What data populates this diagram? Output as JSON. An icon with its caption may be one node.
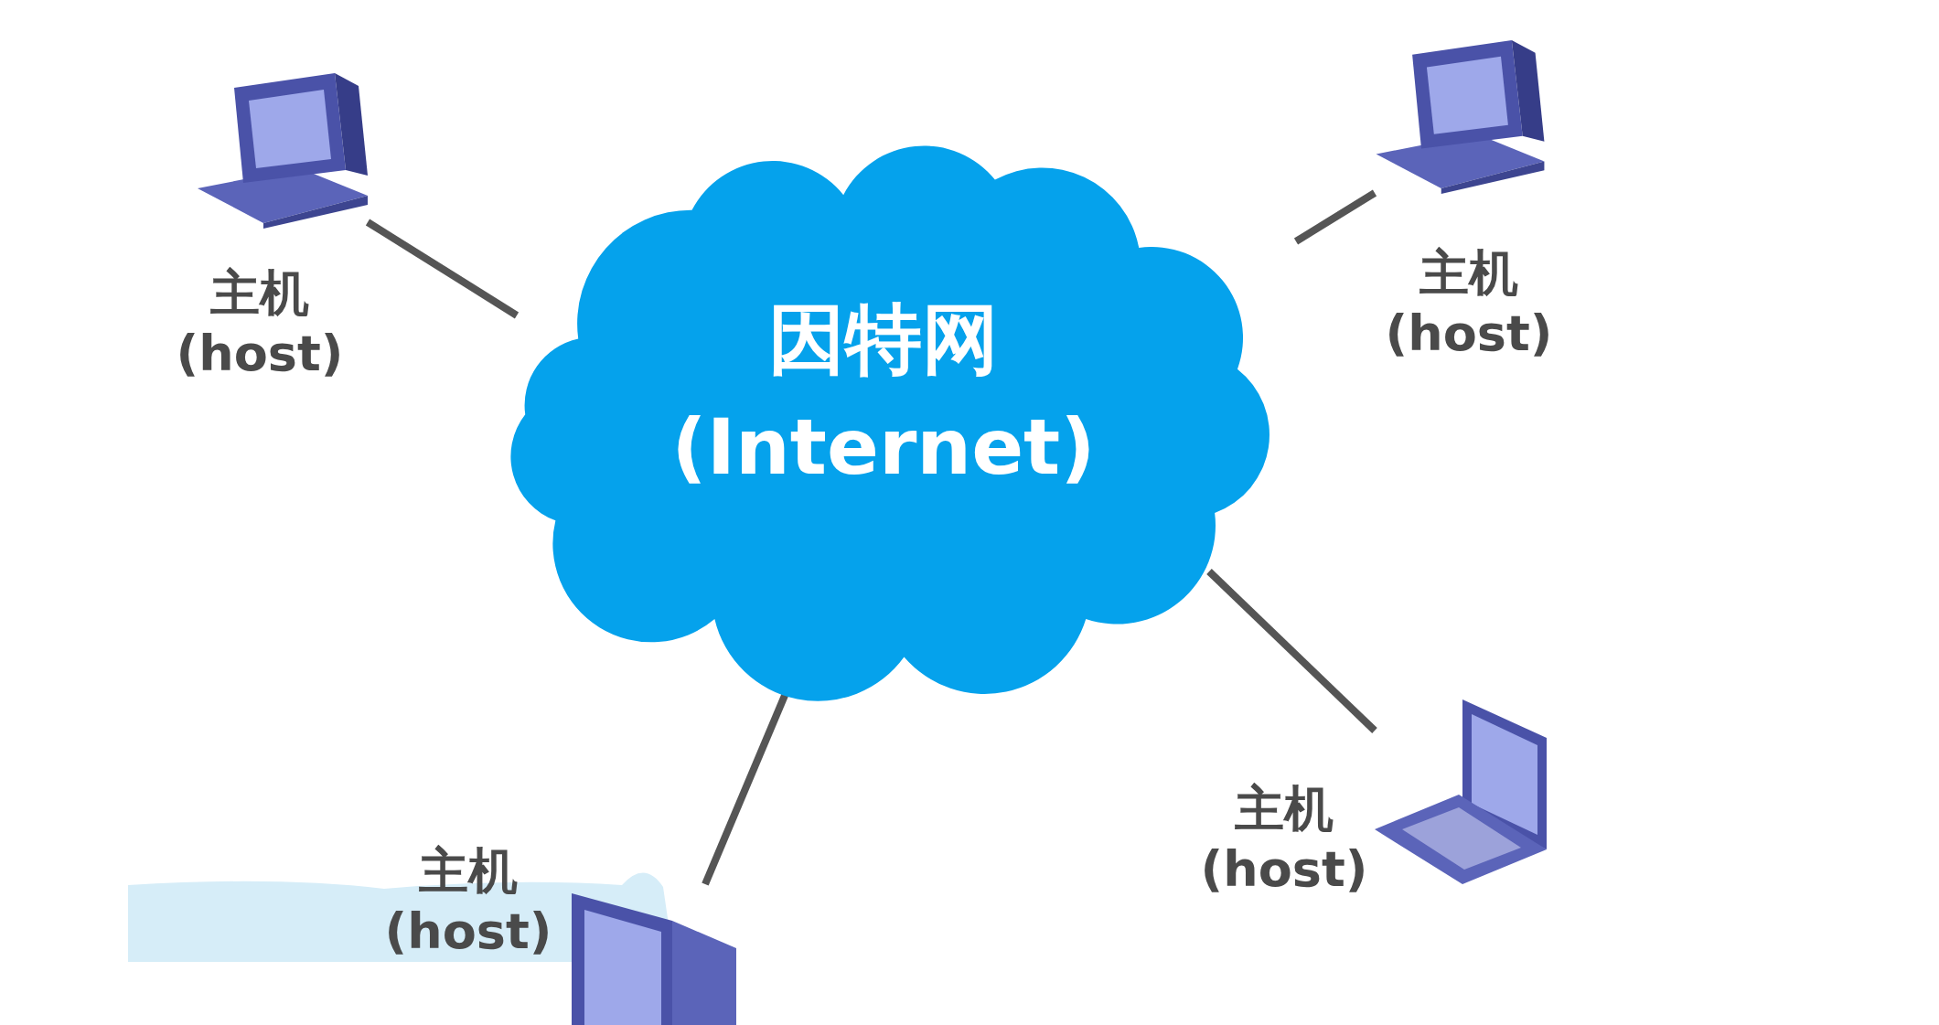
{
  "diagram": {
    "nodes": [
      {
        "text": [
          "因特网 (Internet)"
        ]
      },
      {
        "text": [],
        "shape": "picture",
        "beside": [
          "主机 (host)"
        ]
      },
      {
        "text": [],
        "shape": "picture",
        "beside": [
          "主机 (host)"
        ]
      },
      {
        "text": [],
        "shape": "picture",
        "beside": [
          "主机 (host)"
        ]
      },
      {
        "text": [],
        "shape": "picture",
        "beside": [
          "主机 (host)"
        ]
      }
    ],
    "edges": [
      {
        "from": 0,
        "to": 1,
        "arrow": "none"
      },
      {
        "from": 0,
        "to": 2,
        "arrow": "none"
      },
      {
        "from": 0,
        "to": 3,
        "arrow": "none"
      },
      {
        "from": 0,
        "to": 4,
        "arrow": "none"
      }
    ]
  }
}
